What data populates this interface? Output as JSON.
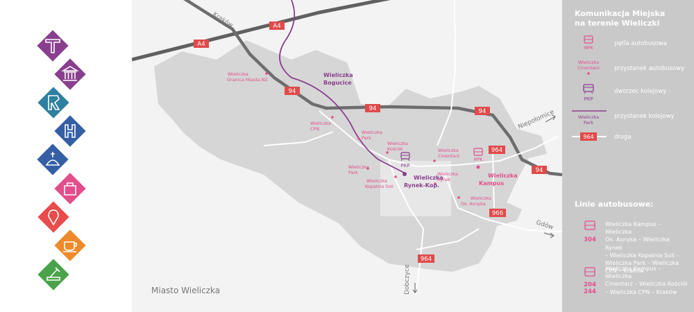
{
  "sidebar": {
    "categories": [
      {
        "name": "poi-category-1",
        "color": "#8a3f8e"
      },
      {
        "name": "poi-category-2",
        "color": "#8a3f8e"
      },
      {
        "name": "poi-category-3",
        "color": "#2e7fa0"
      },
      {
        "name": "poi-category-4",
        "color": "#345fa5"
      },
      {
        "name": "poi-category-5",
        "color": "#345fa5"
      },
      {
        "name": "poi-category-6",
        "color": "#e34d8a"
      },
      {
        "name": "poi-category-7",
        "color": "#e84c4c"
      },
      {
        "name": "poi-category-8",
        "color": "#ee8a2a"
      },
      {
        "name": "poi-category-9",
        "color": "#4aa34a"
      }
    ]
  },
  "map": {
    "area_label": "Miasto Wieliczka",
    "directions": {
      "krakow": "Kraków",
      "niepolomice": "Niepołomice",
      "gdow": "Gdów",
      "dobczyce": "Dobczyce"
    },
    "roads": {
      "a4_top": "A4",
      "a4_left": "A4",
      "r94_a": "94",
      "r94_b": "94",
      "r94_c": "94",
      "r94_d": "94",
      "r964_a": "964",
      "r964_b": "964",
      "r966": "966"
    },
    "stops": {
      "granica_1": "Wieliczka",
      "granica_2": "Granica Miasta NZ",
      "cpn_1": "Wieliczka",
      "cpn_2": "CPN",
      "park_1": "Wieliczka",
      "park_2": "Park",
      "kosciol_1": "Wieliczka",
      "kosciol_2": "Kościół",
      "cmentarz_1": "Wieliczka",
      "cmentarz_2": "Cmentarz",
      "park2_1": "Wieliczka",
      "park2_2": "Park",
      "kopalnia_1": "Wieliczka",
      "kopalnia_2": "Kopalnia Soli",
      "rynek_1": "Wieliczka",
      "rynek_2": "Rynek",
      "asnyka_1": "Wieliczka",
      "asnyka_2": "Os. Asnyka"
    },
    "major": {
      "bogucice_1": "Wieliczka",
      "bogucice_2": "Bogucice",
      "rynekkop_1": "Wieliczka",
      "rynekkop_2": "Rynek-Kop.",
      "kampus_1": "Wieliczka",
      "kampus_2": "Kampus"
    },
    "badges": {
      "pkp": "PKP",
      "mpk": "MPK"
    },
    "colors": {
      "bus": "#e34d8a",
      "rail": "#8a3f8e",
      "road_badge": "#e04a4a",
      "road": "#7d7d7d",
      "area": "#d6d6d6",
      "center": "#e7e7e7"
    }
  },
  "legend": {
    "title_1": "Komunikacja Miejska",
    "title_2": "na terenie Wieliczki",
    "items": {
      "loop_badge": "MPK",
      "loop_text": "pętla autobusowa",
      "stop_1": "Wieliczka",
      "stop_2": "Cmentarz",
      "stop_text": "przystanek autobusowy",
      "station_badge": "PKP",
      "station_text": "dworzec kolejowy",
      "rail_1": "Wieliczka",
      "rail_2": "Park",
      "rail_text": "przystanek kolejowy",
      "road_badge": "964",
      "road_text": "droga"
    },
    "lines_title": "Linie autobusowe:",
    "lines": [
      {
        "number": "304",
        "text": [
          "Wieliczka Kampus – Wieliczka",
          "Os. Asnyka – Wieliczka Rynek",
          "– Wieliczka Kopalnia Soli –",
          "Wieliczka Park – Wieliczka",
          "CPN – Kraków"
        ]
      },
      {
        "number_1": "204",
        "number_2": "244",
        "text": [
          "Wieliczka Kampus – Wieliczka",
          "Cmentarz – Wieliczka Kościół",
          "– Wieliczka CPN – Kraków"
        ]
      }
    ]
  }
}
